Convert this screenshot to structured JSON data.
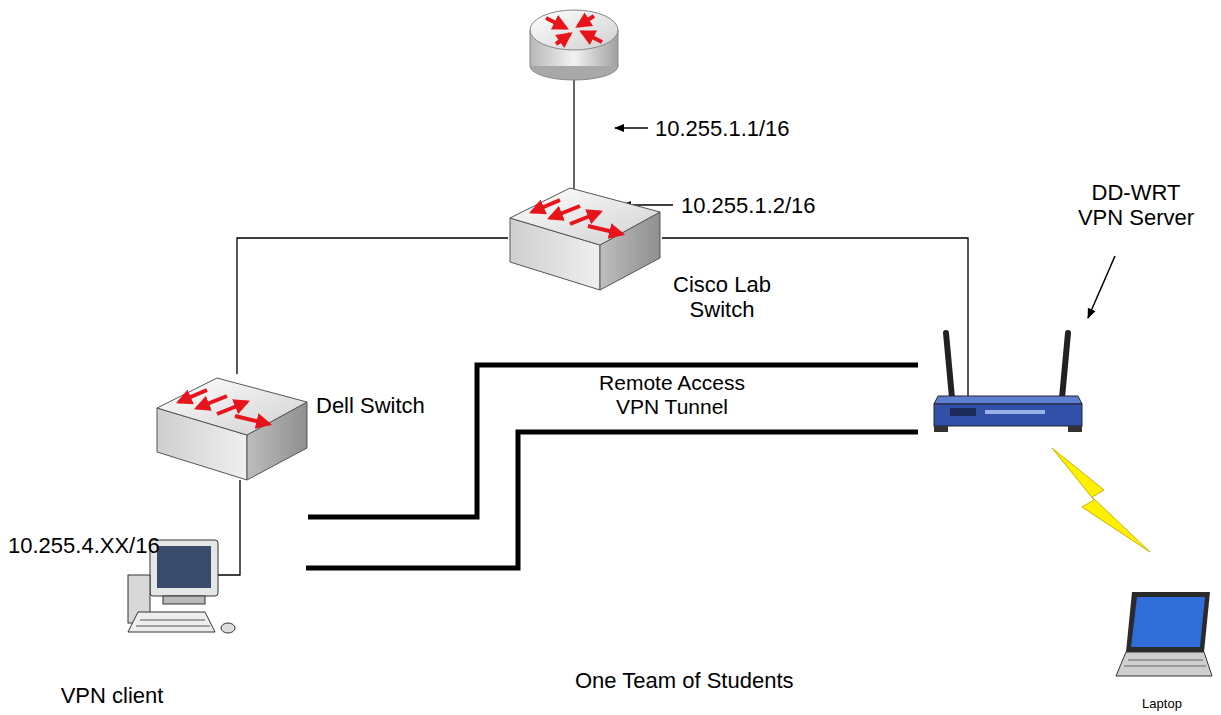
{
  "diagram": {
    "nodes": [
      {
        "text": [
          "Cisco Lab Switch"
        ]
      },
      {
        "text": [
          "Dell Switch"
        ]
      },
      {
        "text": [
          "VPN client"
        ]
      },
      {
        "text": [
          "DD-WRT VPN Server"
        ]
      },
      {
        "text": [
          "Laptop"
        ]
      }
    ],
    "edges": [
      {
        "from": 0,
        "to": 1,
        "arrow": "none"
      },
      {
        "from": 0,
        "to": 3,
        "arrow": "none"
      },
      {
        "from": 1,
        "to": 2,
        "arrow": "none"
      },
      {
        "from": 2,
        "to": 3,
        "label": "Remote Access VPN Tunnel",
        "arrow": "none"
      }
    ],
    "labels": [
      "10.255.1.1/16",
      "10.255.1.2/16",
      "10.255.4.XX/16",
      "One Team of Students"
    ]
  }
}
